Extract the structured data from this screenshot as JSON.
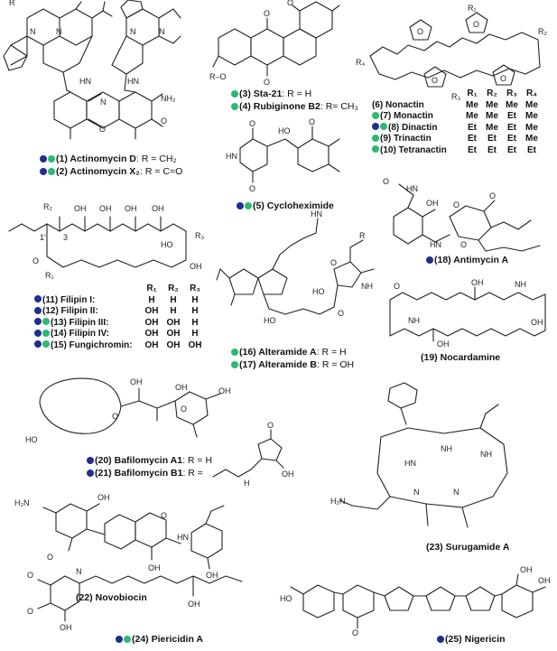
{
  "colors": {
    "blue": "#1f2f8f",
    "green": "#2eb872"
  },
  "compounds": {
    "c1": {
      "num": "(1)",
      "name": "Actinomycin D",
      "suffix": ": R = CH₂",
      "dots": [
        "blue",
        "green"
      ]
    },
    "c2": {
      "num": "(2)",
      "name": "Actinomycin X₂",
      "suffix": ": R = C=O",
      "dots": [
        "blue",
        "green"
      ]
    },
    "c3": {
      "num": "(3)",
      "name": "Sta-21",
      "suffix": ": R = H",
      "dots": [
        "green"
      ]
    },
    "c4": {
      "num": "(4)",
      "name": "Rubiginone B2",
      "suffix": ": R= CH₃",
      "dots": [
        "green"
      ]
    },
    "c5": {
      "num": "(5)",
      "name": "Cycloheximide",
      "suffix": "",
      "dots": [
        "blue",
        "green"
      ]
    },
    "c18": {
      "num": "(18)",
      "name": "Antimycin A",
      "suffix": "",
      "dots": [
        "blue"
      ]
    },
    "c19": {
      "num": "(19)",
      "name": "Nocardamine",
      "suffix": "",
      "dots": []
    },
    "c16": {
      "num": "(16)",
      "name": "Alteramide A",
      "suffix": ": R = H",
      "dots": [
        "green"
      ]
    },
    "c17": {
      "num": "(17)",
      "name": "Alteramide B",
      "suffix": ": R = OH",
      "dots": [
        "green"
      ]
    },
    "c20": {
      "num": "(20)",
      "name": "Bafilomycin A1",
      "suffix": ": R = H",
      "dots": [
        "blue"
      ]
    },
    "c21": {
      "num": "(21)",
      "name": "Bafilomycin B1",
      "suffix": ": R =",
      "dots": [
        "blue"
      ]
    },
    "c22": {
      "num": "(22)",
      "name": "Novobiocin",
      "suffix": "",
      "dots": []
    },
    "c23": {
      "num": "(23)",
      "name": "Surugamide A",
      "suffix": "",
      "dots": []
    },
    "c24": {
      "num": "(24)",
      "name": "Piericidin A",
      "suffix": "",
      "dots": [
        "blue",
        "green"
      ]
    },
    "c25": {
      "num": "(25)",
      "name": "Nigericin",
      "suffix": "",
      "dots": [
        "blue"
      ]
    }
  },
  "nonactin_table": {
    "headers": [
      "R₁",
      "R₂",
      "R₃",
      "R₄"
    ],
    "rows": [
      {
        "num": "(6)",
        "name": "Nonactin",
        "dots": [],
        "values": [
          "Me",
          "Me",
          "Me",
          "Me"
        ]
      },
      {
        "num": "(7)",
        "name": "Monactin",
        "dots": [
          "green"
        ],
        "values": [
          "Me",
          "Me",
          "Et",
          "Me"
        ]
      },
      {
        "num": "(8)",
        "name": "Dinactin",
        "dots": [
          "blue",
          "green"
        ],
        "values": [
          "Et",
          "Me",
          "Et",
          "Me"
        ]
      },
      {
        "num": "(9)",
        "name": "Trinactin",
        "dots": [
          "green"
        ],
        "values": [
          "Et",
          "Et",
          "Et",
          "Me"
        ]
      },
      {
        "num": "(10)",
        "name": "Tetranactin",
        "dots": [
          "green"
        ],
        "values": [
          "Et",
          "Et",
          "Et",
          "Et"
        ]
      }
    ]
  },
  "filipin_table": {
    "headers": [
      "R₁",
      "R₂",
      "R₃"
    ],
    "rows": [
      {
        "num": "(11)",
        "name": "Filipin I:",
        "dots": [
          "blue"
        ],
        "values": [
          "H",
          "H",
          "H"
        ]
      },
      {
        "num": "(12)",
        "name": "Filipin II:",
        "dots": [
          "blue"
        ],
        "values": [
          "OH",
          "H",
          "H"
        ]
      },
      {
        "num": "(13)",
        "name": "Filipin III:",
        "dots": [
          "blue",
          "green"
        ],
        "values": [
          "OH",
          "OH",
          "H"
        ]
      },
      {
        "num": "(14)",
        "name": "Filipin IV:",
        "dots": [
          "blue",
          "green"
        ],
        "values": [
          "OH",
          "OH",
          "H"
        ]
      },
      {
        "num": "(15)",
        "name": "Fungichromin:",
        "dots": [
          "blue",
          "green"
        ],
        "values": [
          "OH",
          "OH",
          "OH"
        ]
      }
    ]
  },
  "atom_labels": {
    "R": "R",
    "R1": "R₁",
    "R2": "R₂",
    "R3": "R₃",
    "R4": "R₄",
    "O": "O",
    "OH": "OH",
    "HO": "HO",
    "NH": "NH",
    "HN": "HN",
    "N": "N",
    "H": "H",
    "NH2": "NH₂",
    "H2N": "H₂N",
    "RO": "R–O",
    "one": "1'",
    "three": "3"
  }
}
